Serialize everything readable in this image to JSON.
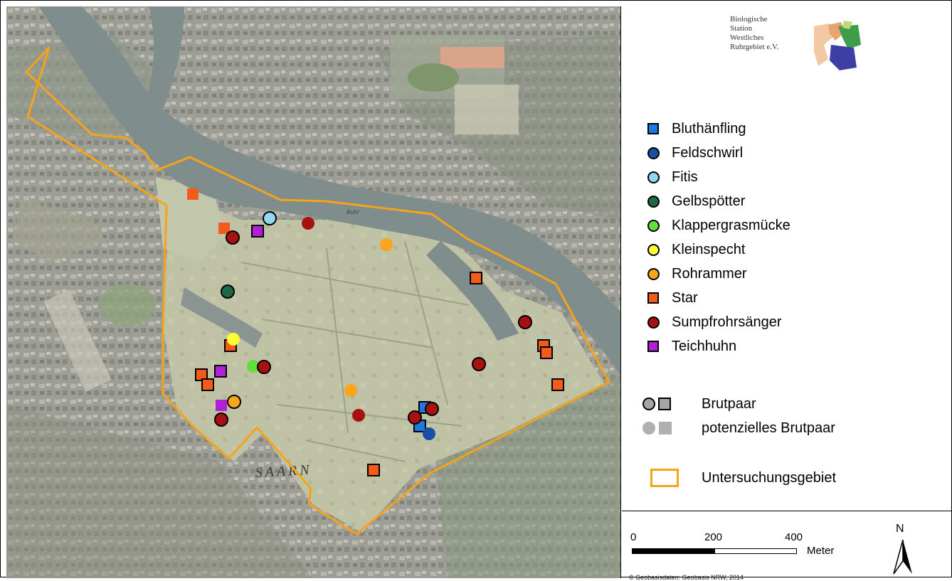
{
  "logo": {
    "lines": [
      "Biologische",
      "Station",
      "Westliches",
      "Ruhrgebiet e.V."
    ]
  },
  "map": {
    "place_label": "SAARN",
    "river_label": "Ruhr",
    "colors": {
      "study_area": "#f5a31a"
    }
  },
  "legend": {
    "species": [
      {
        "label": "Bluthänfling",
        "shape": "square",
        "color": "#1f78e0"
      },
      {
        "label": "Feldschwirl",
        "shape": "circle",
        "color": "#1a4fa8"
      },
      {
        "label": "Fitis",
        "shape": "circle",
        "color": "#8fd9f2"
      },
      {
        "label": "Gelbspötter",
        "shape": "circle",
        "color": "#1d6a45"
      },
      {
        "label": "Klappergrasmücke",
        "shape": "circle",
        "color": "#5fe03a"
      },
      {
        "label": "Kleinspecht",
        "shape": "circle",
        "color": "#ffff33"
      },
      {
        "label": "Rohrammer",
        "shape": "circle",
        "color": "#fba51d"
      },
      {
        "label": "Star",
        "shape": "square",
        "color": "#f35b1c"
      },
      {
        "label": "Sumpfrohrsänger",
        "shape": "circle",
        "color": "#a81111"
      },
      {
        "label": "Teichhuhn",
        "shape": "square",
        "color": "#b21fd6"
      }
    ],
    "status": [
      {
        "label": "Brutpaar",
        "outlined": true
      },
      {
        "label": "potenzielles Brutpaar",
        "outlined": false
      }
    ],
    "area_label": "Untersuchungsgebiet"
  },
  "scale": {
    "ticks": [
      "0",
      "200",
      "400"
    ],
    "unit": "Meter"
  },
  "north_label": "N",
  "copyright": "© Geobasisdaten: Geobasis NRW, 2014"
}
